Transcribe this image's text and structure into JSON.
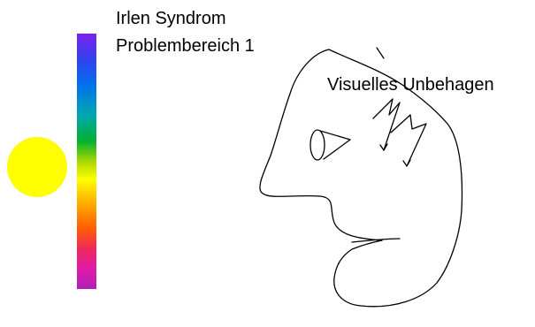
{
  "title": {
    "line1": "Irlen Syndrom",
    "line2": "Problembereich 1"
  },
  "annotation": "Visuelles Unbehagen",
  "colors": {
    "background": "#ffffff",
    "sun": "#ffff00",
    "ink": "#000000",
    "spectrum": [
      "#7b22ee",
      "#3340ee",
      "#0070ee",
      "#00a8b0",
      "#00b030",
      "#a8d800",
      "#ffff00",
      "#ffb000",
      "#ff6000",
      "#f02a5a",
      "#e01aa8",
      "#b020b8"
    ]
  }
}
